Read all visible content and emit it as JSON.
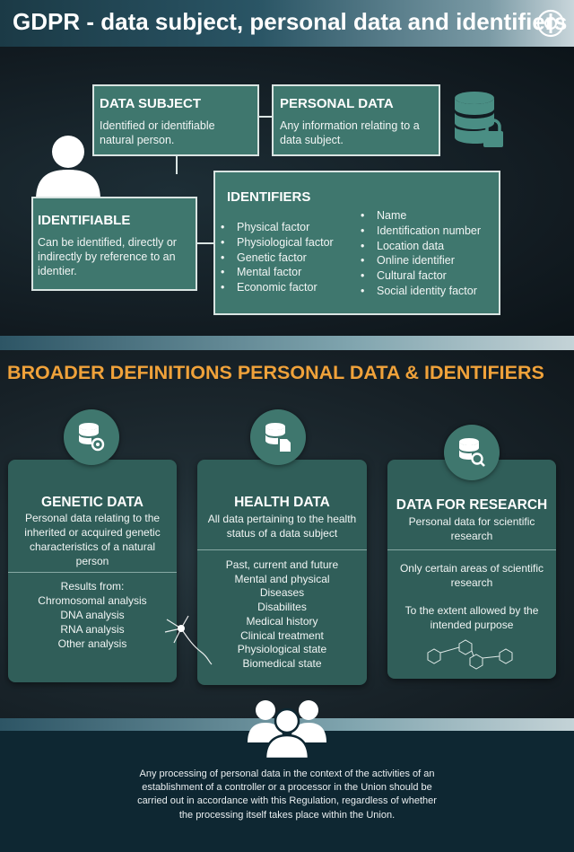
{
  "header": {
    "title": "GDPR - data subject, personal data and identifiers"
  },
  "data_subject": {
    "title": "DATA SUBJECT",
    "text": [
      "Identified or identifiable",
      "natural person."
    ]
  },
  "personal_data": {
    "title": "PERSONAL DATA",
    "text": [
      "Any information relating to a",
      "data subject."
    ]
  },
  "identifiable": {
    "title": "IDENTIFIABLE",
    "text": [
      "Can be identified, directly or",
      "indirectly by reference to an",
      "identier."
    ]
  },
  "identifiers": {
    "title": "IDENTIFIERS",
    "left": [
      "Physical factor",
      "Physiological factor",
      "Genetic factor",
      "Mental factor",
      "Economic factor"
    ],
    "right": [
      "Name",
      "Identification number",
      "Location data",
      "Online identifier",
      "Cultural factor",
      "Social identity factor"
    ]
  },
  "broader": {
    "title": "BROADER DEFINITIONS PERSONAL DATA & IDENTIFIERS"
  },
  "genetic": {
    "title": "GENETIC DATA",
    "desc": [
      "Personal data relating to the",
      "inherited or acquired genetic",
      "characteristics of a natural",
      "person"
    ],
    "results": [
      "Results from:",
      "Chromosomal analysis",
      "DNA analysis",
      "RNA analysis",
      "Other analysis"
    ]
  },
  "health": {
    "title": "HEALTH DATA",
    "desc": [
      "All data pertaining to the health",
      "status of a data subject"
    ],
    "items": [
      "Past, current and future",
      "Mental and physical",
      "Diseases",
      "Disabilites",
      "Medical history",
      "Clinical treatment",
      "Physiological state",
      "Biomedical state"
    ]
  },
  "research": {
    "title": "DATA FOR RESEARCH",
    "desc": [
      "Personal data for scientific",
      "research"
    ],
    "note1": [
      "Only certain areas of scientific",
      "research"
    ],
    "note2": [
      "To the extent allowed by the",
      "intended purpose"
    ]
  },
  "footer": {
    "text": [
      "Any processing of personal data in the context of the activities of an",
      "establishment of a controller or a processor in the Union should be",
      "carried out in accordance with this Regulation, regardless of whether",
      "the processing itself takes place within the Union."
    ]
  },
  "colors": {
    "box": "#3f776e",
    "card": "#305e59",
    "accent_orange": "#f0a23a",
    "footer": "#0e2732"
  },
  "icons": [
    "logo-icon",
    "database-lock-icon",
    "user-silhouette-icon",
    "database-gear-icon",
    "database-file-icon",
    "database-search-icon",
    "people-group-icon",
    "neuron-icon",
    "molecule-icon"
  ]
}
